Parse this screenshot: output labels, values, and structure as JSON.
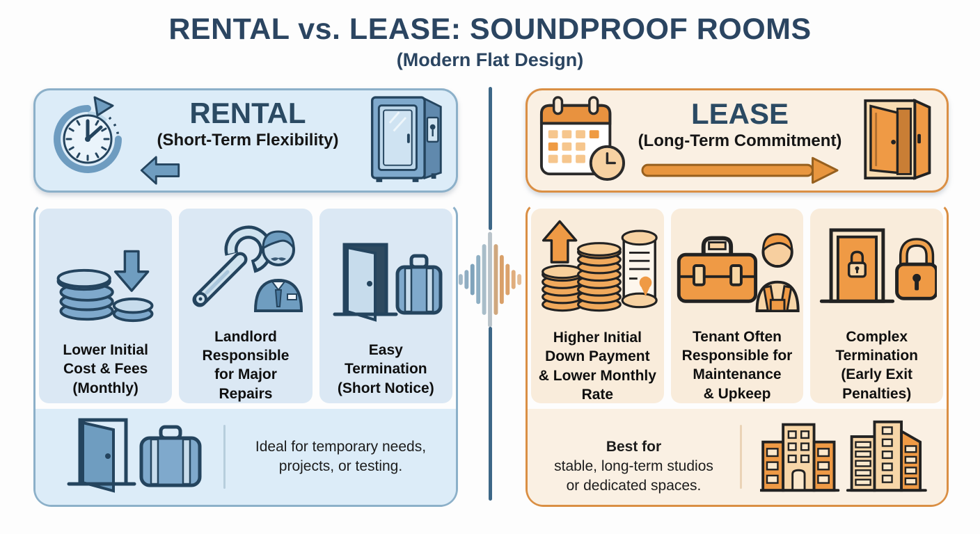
{
  "title": "RENTAL vs. LEASE: SOUNDPROOF ROOMS",
  "subtitle": "(Modern Flat Design)",
  "colors": {
    "navy_title": "#2b4561",
    "blue_border": "#8cb0c9",
    "blue_header_bg": "#dcecf8",
    "blue_card_bg": "#dbe8f4",
    "blue_icon_fill": "#7fa9cc",
    "orange_border": "#da8f44",
    "orange_header_bg": "#faf0e3",
    "orange_card_bg": "#f9ecdb",
    "orange_icon_fill": "#ef9a45",
    "divider_line": "#3d6787"
  },
  "rental": {
    "heading": "RENTAL",
    "tagline": "(Short-Term Flexibility)",
    "header_icons": [
      "clock-cycle-icon",
      "arrow-left-icon",
      "soundproof-booth-icon"
    ],
    "cards": [
      {
        "icon": "coins-down-arrow-icon",
        "label": "Lower Initial\nCost & Fees\n(Monthly)"
      },
      {
        "icon": "wrench-landlord-icon",
        "label": "Landlord\nResponsible\nfor Major\nRepairs"
      },
      {
        "icon": "door-suitcase-icon",
        "label": "Easy\nTermination\n(Short Notice)"
      }
    ],
    "footer": {
      "icon": "door-suitcase-icon",
      "text": "Ideal for temporary needs,\nprojects, or testing."
    }
  },
  "lease": {
    "heading": "LEASE",
    "tagline": "(Long-Term Commitment)",
    "header_icons": [
      "calendar-clock-icon",
      "arrow-right-icon",
      "open-door-booth-icon"
    ],
    "cards": [
      {
        "icon": "coins-up-contract-icon",
        "label": "Higher Initial\nDown Payment\n& Lower Monthly\nRate"
      },
      {
        "icon": "toolbox-tenant-icon",
        "label": "Tenant Often\nResponsible for\nMaintenance\n& Upkeep"
      },
      {
        "icon": "door-padlock-icon",
        "label": "Complex\nTermination\n(Early Exit\nPenalties)"
      }
    ],
    "footer": {
      "lead": "Best for",
      "text": "stable, long-term studios\nor dedicated spaces.",
      "icon": "buildings-icon"
    }
  },
  "divider": {
    "icon": "soundwave-icon"
  }
}
